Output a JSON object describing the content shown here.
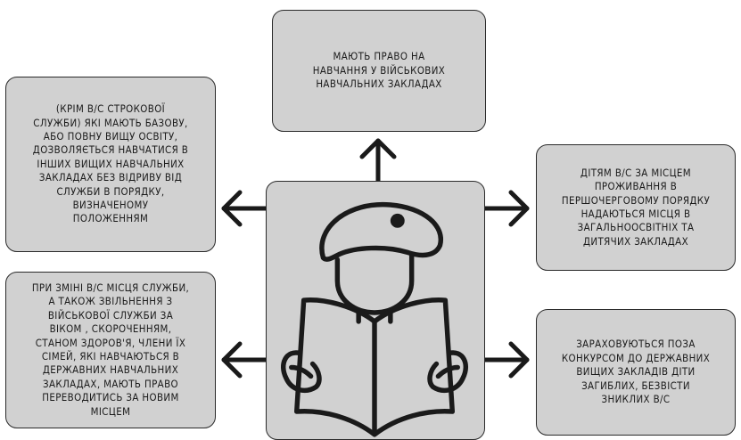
{
  "boxes": {
    "top": "МАЮТЬ ПРАВО НА\nНАВЧАННЯ У ВІЙСЬКОВИХ\nНАВЧАЛЬНИХ ЗАКЛАДАХ",
    "left_upper": "(КРІМ В/С СТРОКОВОЇ\nСЛУЖБИ) ЯКІ МАЮТЬ  БАЗОВУ,\nАБО ПОВНУ ВИЩУ ОСВІТУ,\nДОЗВОЛЯЄТЬСЯ НАВЧАТИСЯ В\nІНШИХ ВИЩИХ НАВЧАЛЬНИХ\nЗАКЛАДАХ БЕЗ ВІДРИВУ ВІД\nСЛУЖБИ В ПОРЯДКУ,\nВИЗНАЧЕНОМУ\nПОЛОЖЕННЯМ",
    "left_lower": "ПРИ ЗМІНІ В/С МІСЦЯ СЛУЖБИ,\nА ТАКОЖ ЗВІЛЬНЕННЯ З\nВІЙСЬКОВОЇ СЛУЖБИ ЗА\nВІКОМ , СКОРОЧЕННЯМ,\nСТАНОМ ЗДОРОВ'Я, ЧЛЕНИ ЇХ\nСІМЕЙ, ЯКІ НАВЧАЮТЬСЯ  В\nДЕРЖАВНИХ НАВЧАЛЬНИХ\nЗАКЛАДАХ, МАЮТЬ ПРАВО\nПЕРЕВОДИТИСЬ ЗА НОВИМ\nМІСЦЕМ",
    "right_upper": "ДІТЯМ В/С ЗА МІСЦЕМ\nПРОЖИВАННЯ В\nПЕРШОЧЕРГОВОМУ ПОРЯДКУ\nНАДАЮТЬСЯ МІСЦЯ В\nЗАГАЛЬНООСВІТНІХ ТА\nДИТЯЧИХ ЗАКЛАДАХ",
    "right_lower": "ЗАРАХОВУЮТЬСЯ ПОЗА\nКОНКУРСОМ ДО ДЕРЖАВНИХ\nВИЩИХ ЗАКЛАДІВ ДІТИ\nЗАГИБЛИХ, БЕЗВІСТИ\nЗНИКЛИХ В/С"
  },
  "colors": {
    "box_fill": "#d1d1d1",
    "outline": "#1a1a1a",
    "background": "#ffffff"
  },
  "center_icon": "soldier-reading-book-icon"
}
